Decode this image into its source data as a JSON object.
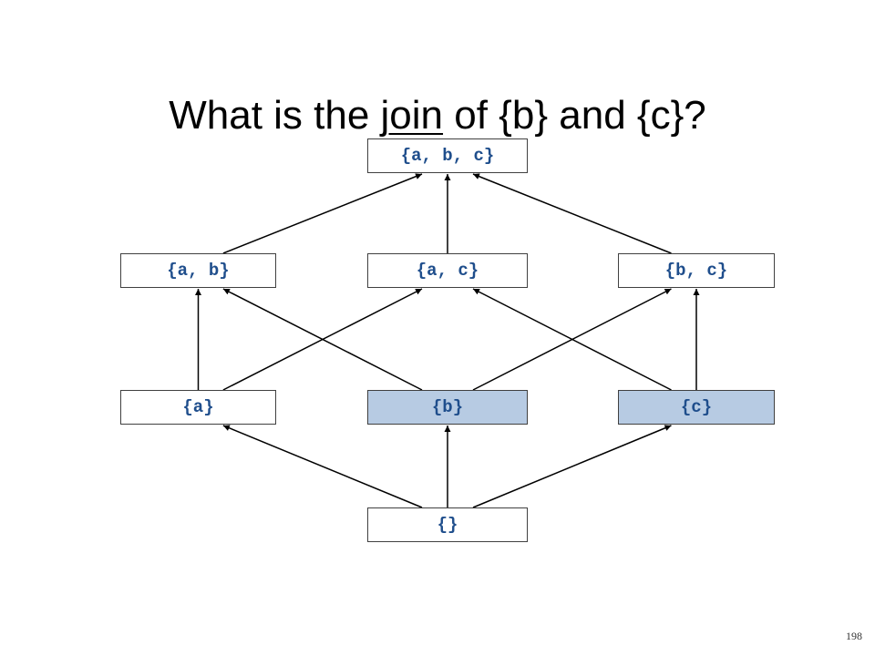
{
  "slide": {
    "title_before": "What is the ",
    "title_underlined": "join",
    "title_after": " of {b} and {c}?",
    "slide_number": "198"
  },
  "lattice": {
    "nodes": {
      "abc": {
        "label": "{a, b, c}",
        "highlighted": false
      },
      "ab": {
        "label": "{a, b}",
        "highlighted": false
      },
      "ac": {
        "label": "{a, c}",
        "highlighted": false
      },
      "bc": {
        "label": "{b, c}",
        "highlighted": false
      },
      "a": {
        "label": "{a}",
        "highlighted": false
      },
      "b": {
        "label": "{b}",
        "highlighted": true
      },
      "c": {
        "label": "{c}",
        "highlighted": true
      },
      "empty": {
        "label": "{}",
        "highlighted": false
      }
    },
    "edges": [
      {
        "from": "empty",
        "to": "a"
      },
      {
        "from": "empty",
        "to": "b"
      },
      {
        "from": "empty",
        "to": "c"
      },
      {
        "from": "a",
        "to": "ab"
      },
      {
        "from": "a",
        "to": "ac"
      },
      {
        "from": "b",
        "to": "ab"
      },
      {
        "from": "b",
        "to": "bc"
      },
      {
        "from": "c",
        "to": "ac"
      },
      {
        "from": "c",
        "to": "bc"
      },
      {
        "from": "ab",
        "to": "abc"
      },
      {
        "from": "ac",
        "to": "abc"
      },
      {
        "from": "bc",
        "to": "abc"
      }
    ],
    "colors": {
      "label_text": "#1f4e8c",
      "highlight_fill": "#b7cbe3",
      "edge": "#000000"
    }
  }
}
